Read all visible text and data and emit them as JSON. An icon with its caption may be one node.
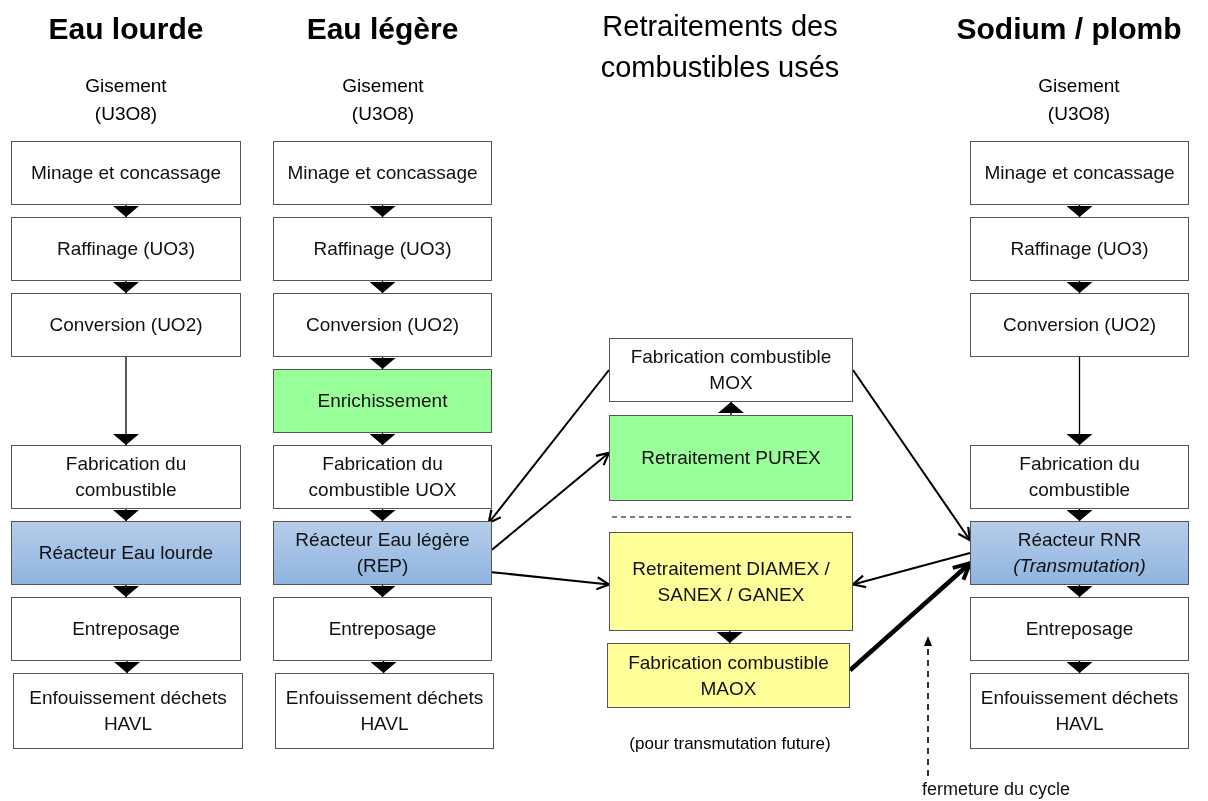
{
  "diagram": {
    "nodes": [
      {
        "text": [
          "Minage et concassage"
        ]
      },
      {
        "text": [
          "Raffinage (UO3)"
        ]
      },
      {
        "text": [
          "Conversion (UO2)"
        ]
      },
      {
        "text": [
          "Fabrication du combustible"
        ]
      },
      {
        "text": [
          "Réacteur Eau lourde"
        ]
      },
      {
        "text": [
          "Entreposage"
        ]
      },
      {
        "text": [
          "Enfouissement déchets HAVL"
        ]
      },
      {
        "text": [
          "Minage et concassage"
        ]
      },
      {
        "text": [
          "Raffinage (UO3)"
        ]
      },
      {
        "text": [
          "Conversion (UO2)"
        ]
      },
      {
        "text": [
          "Enrichissement"
        ]
      },
      {
        "text": [
          "Fabrication du combustible UOX"
        ]
      },
      {
        "text": [
          "Réacteur Eau légère (REP)"
        ]
      },
      {
        "text": [
          "Entreposage"
        ]
      },
      {
        "text": [
          "Enfouissement déchets HAVL"
        ]
      },
      {
        "text": [
          "Fabrication combustible MOX"
        ]
      },
      {
        "text": [
          "Retraitement PUREX"
        ]
      },
      {
        "text": [
          "Retraitement DIAMEX / SANEX / GANEX"
        ]
      },
      {
        "text": [
          "Fabrication combustible MAOX"
        ]
      },
      {
        "text": [
          "Minage et concassage"
        ]
      },
      {
        "text": [
          "Raffinage (UO3)"
        ]
      },
      {
        "text": [
          "Conversion (UO2)"
        ]
      },
      {
        "text": [
          "Fabrication du combustible"
        ]
      },
      {
        "text": [
          "Réacteur RNR *(Transmutation)*"
        ]
      },
      {
        "text": [
          "Entreposage"
        ]
      },
      {
        "text": [
          "Enfouissement déchets HAVL"
        ]
      },
      {
        "text": [
          "fermeture du cycle"
        ]
      }
    ],
    "edges": [
      {
        "from": 0,
        "to": 1,
        "arrow": "to"
      },
      {
        "from": 1,
        "to": 2,
        "arrow": "to"
      },
      {
        "from": 2,
        "to": 3,
        "arrow": "to"
      },
      {
        "from": 3,
        "to": 4,
        "arrow": "to"
      },
      {
        "from": 4,
        "to": 5,
        "arrow": "to"
      },
      {
        "from": 5,
        "to": 6,
        "arrow": "to"
      },
      {
        "from": 7,
        "to": 8,
        "arrow": "to"
      },
      {
        "from": 8,
        "to": 9,
        "arrow": "to"
      },
      {
        "from": 9,
        "to": 10,
        "arrow": "to"
      },
      {
        "from": 10,
        "to": 11,
        "arrow": "to"
      },
      {
        "from": 11,
        "to": 12,
        "arrow": "to"
      },
      {
        "from": 12,
        "to": 13,
        "arrow": "to"
      },
      {
        "from": 13,
        "to": 14,
        "arrow": "to"
      },
      {
        "from": 16,
        "to": 15,
        "arrow": "to"
      },
      {
        "from": 17,
        "to": 18,
        "arrow": "to"
      },
      {
        "from": 19,
        "to": 20,
        "arrow": "to"
      },
      {
        "from": 20,
        "to": 21,
        "arrow": "to"
      },
      {
        "from": 21,
        "to": 22,
        "arrow": "to"
      },
      {
        "from": 22,
        "to": 23,
        "arrow": "to"
      },
      {
        "from": 23,
        "to": 24,
        "arrow": "to"
      },
      {
        "from": 24,
        "to": 25,
        "arrow": "to"
      },
      {
        "from": 15,
        "to": 12,
        "arrow": "to"
      },
      {
        "from": 12,
        "to": 16,
        "arrow": "to"
      },
      {
        "from": 12,
        "to": 17,
        "arrow": "to"
      },
      {
        "from": 15,
        "to": 23,
        "arrow": "to"
      },
      {
        "from": 23,
        "to": 17,
        "arrow": "to"
      },
      {
        "from": 18,
        "to": 23,
        "arrow": "to",
        "style": "thick"
      },
      {
        "from": 26,
        "to": null,
        "arrow": "to",
        "style": "dashed"
      }
    ],
    "labels": [
      "Eau lourde",
      "Eau légère",
      "Retraitements des combustibles usés",
      "Sodium / plomb",
      "Gisement (U3O8)",
      "Gisement (U3O8)",
      "Gisement (U3O8)",
      "(pour transmutation future)"
    ]
  }
}
